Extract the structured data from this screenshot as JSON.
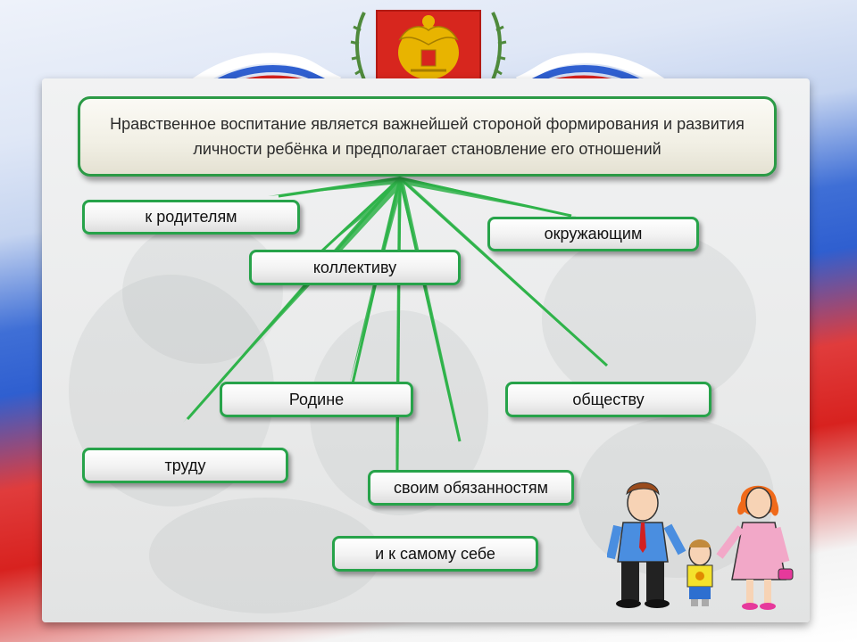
{
  "diagram": {
    "heading": "Нравственное воспитание является важнейшей стороной формирования и развития личности ребёнка и предполагает становление его отношений",
    "nodes": [
      {
        "id": "parents",
        "label": "к родителям"
      },
      {
        "id": "others",
        "label": "окружающим"
      },
      {
        "id": "collective",
        "label": "коллективу"
      },
      {
        "id": "motherland",
        "label": "Родине"
      },
      {
        "id": "society",
        "label": "обществу"
      },
      {
        "id": "labor",
        "label": "труду"
      },
      {
        "id": "duties",
        "label": "своим обязанностям"
      },
      {
        "id": "self",
        "label": "и к самому себе"
      }
    ]
  },
  "colors": {
    "arrow": "#2fb34a",
    "box_border": "#27a34a",
    "flag_white": "#ffffff",
    "flag_blue": "#2f5fd0",
    "flag_red": "#d8221f",
    "emblem_red": "#d7261e",
    "emblem_gold": "#e8b400"
  },
  "decorations": {
    "top_emblem": "russian-coat-of-arms-icon",
    "bottom_right": "family-illustration"
  }
}
